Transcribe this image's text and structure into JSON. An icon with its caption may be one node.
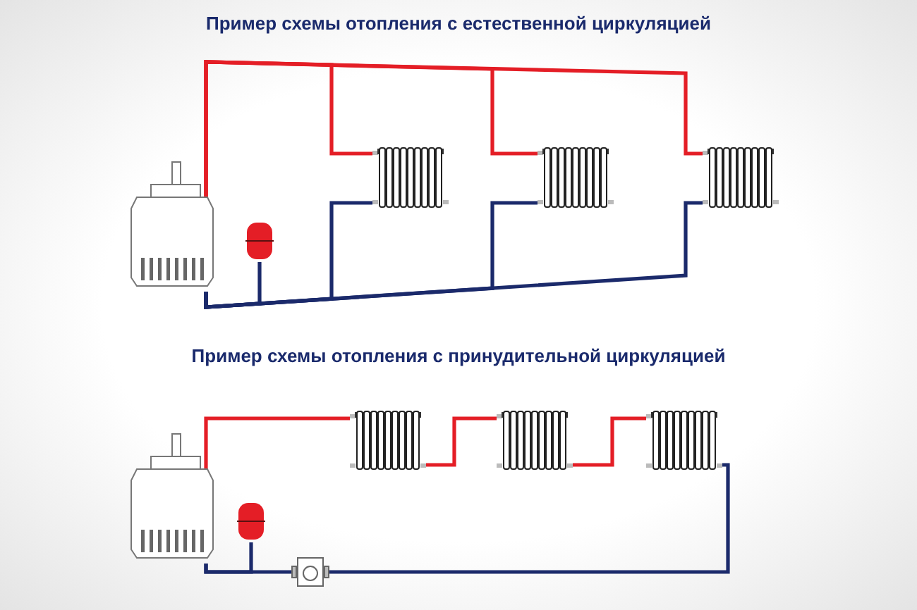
{
  "diagram": {
    "title": "Пример схемы отопления с естественной циркуляцией",
    "nodes": [
      {
        "text": [],
        "shape": "boiler"
      },
      {
        "text": [],
        "shape": "tank"
      },
      {
        "text": [],
        "shape": "radiator"
      },
      {
        "text": [],
        "shape": "radiator"
      },
      {
        "text": [],
        "shape": "radiator"
      },
      {
        "text": [],
        "shape": "boiler"
      },
      {
        "text": [],
        "shape": "tank"
      },
      {
        "text": [],
        "shape": "pump"
      },
      {
        "text": [],
        "shape": "radiator"
      },
      {
        "text": [],
        "shape": "radiator"
      },
      {
        "text": [],
        "shape": "radiator"
      }
    ],
    "edges": [
      {
        "from": 0,
        "to": 2,
        "arrow": "none",
        "color": "#e41e26"
      },
      {
        "from": 0,
        "to": 3,
        "arrow": "none",
        "color": "#e41e26"
      },
      {
        "from": 0,
        "to": 4,
        "arrow": "none",
        "color": "#e41e26"
      },
      {
        "from": 2,
        "to": 0,
        "arrow": "none"
      },
      {
        "from": 3,
        "to": 0,
        "arrow": "none"
      },
      {
        "from": 4,
        "to": 0,
        "arrow": "none"
      },
      {
        "from": 1,
        "to": 0,
        "arrow": "none"
      },
      {
        "from": 5,
        "to": 8,
        "arrow": "none",
        "color": "#e41e26"
      },
      {
        "from": 8,
        "to": 9,
        "arrow": "none",
        "color": "#e41e26"
      },
      {
        "from": 9,
        "to": 10,
        "arrow": "none",
        "color": "#e41e26"
      },
      {
        "from": 10,
        "to": 7,
        "arrow": "none"
      },
      {
        "from": 7,
        "to": 5,
        "arrow": "none"
      },
      {
        "from": 6,
        "to": 5,
        "arrow": "none"
      }
    ],
    "labels": [
      "Пример схемы отопления с принудительной циркуляцией"
    ]
  }
}
